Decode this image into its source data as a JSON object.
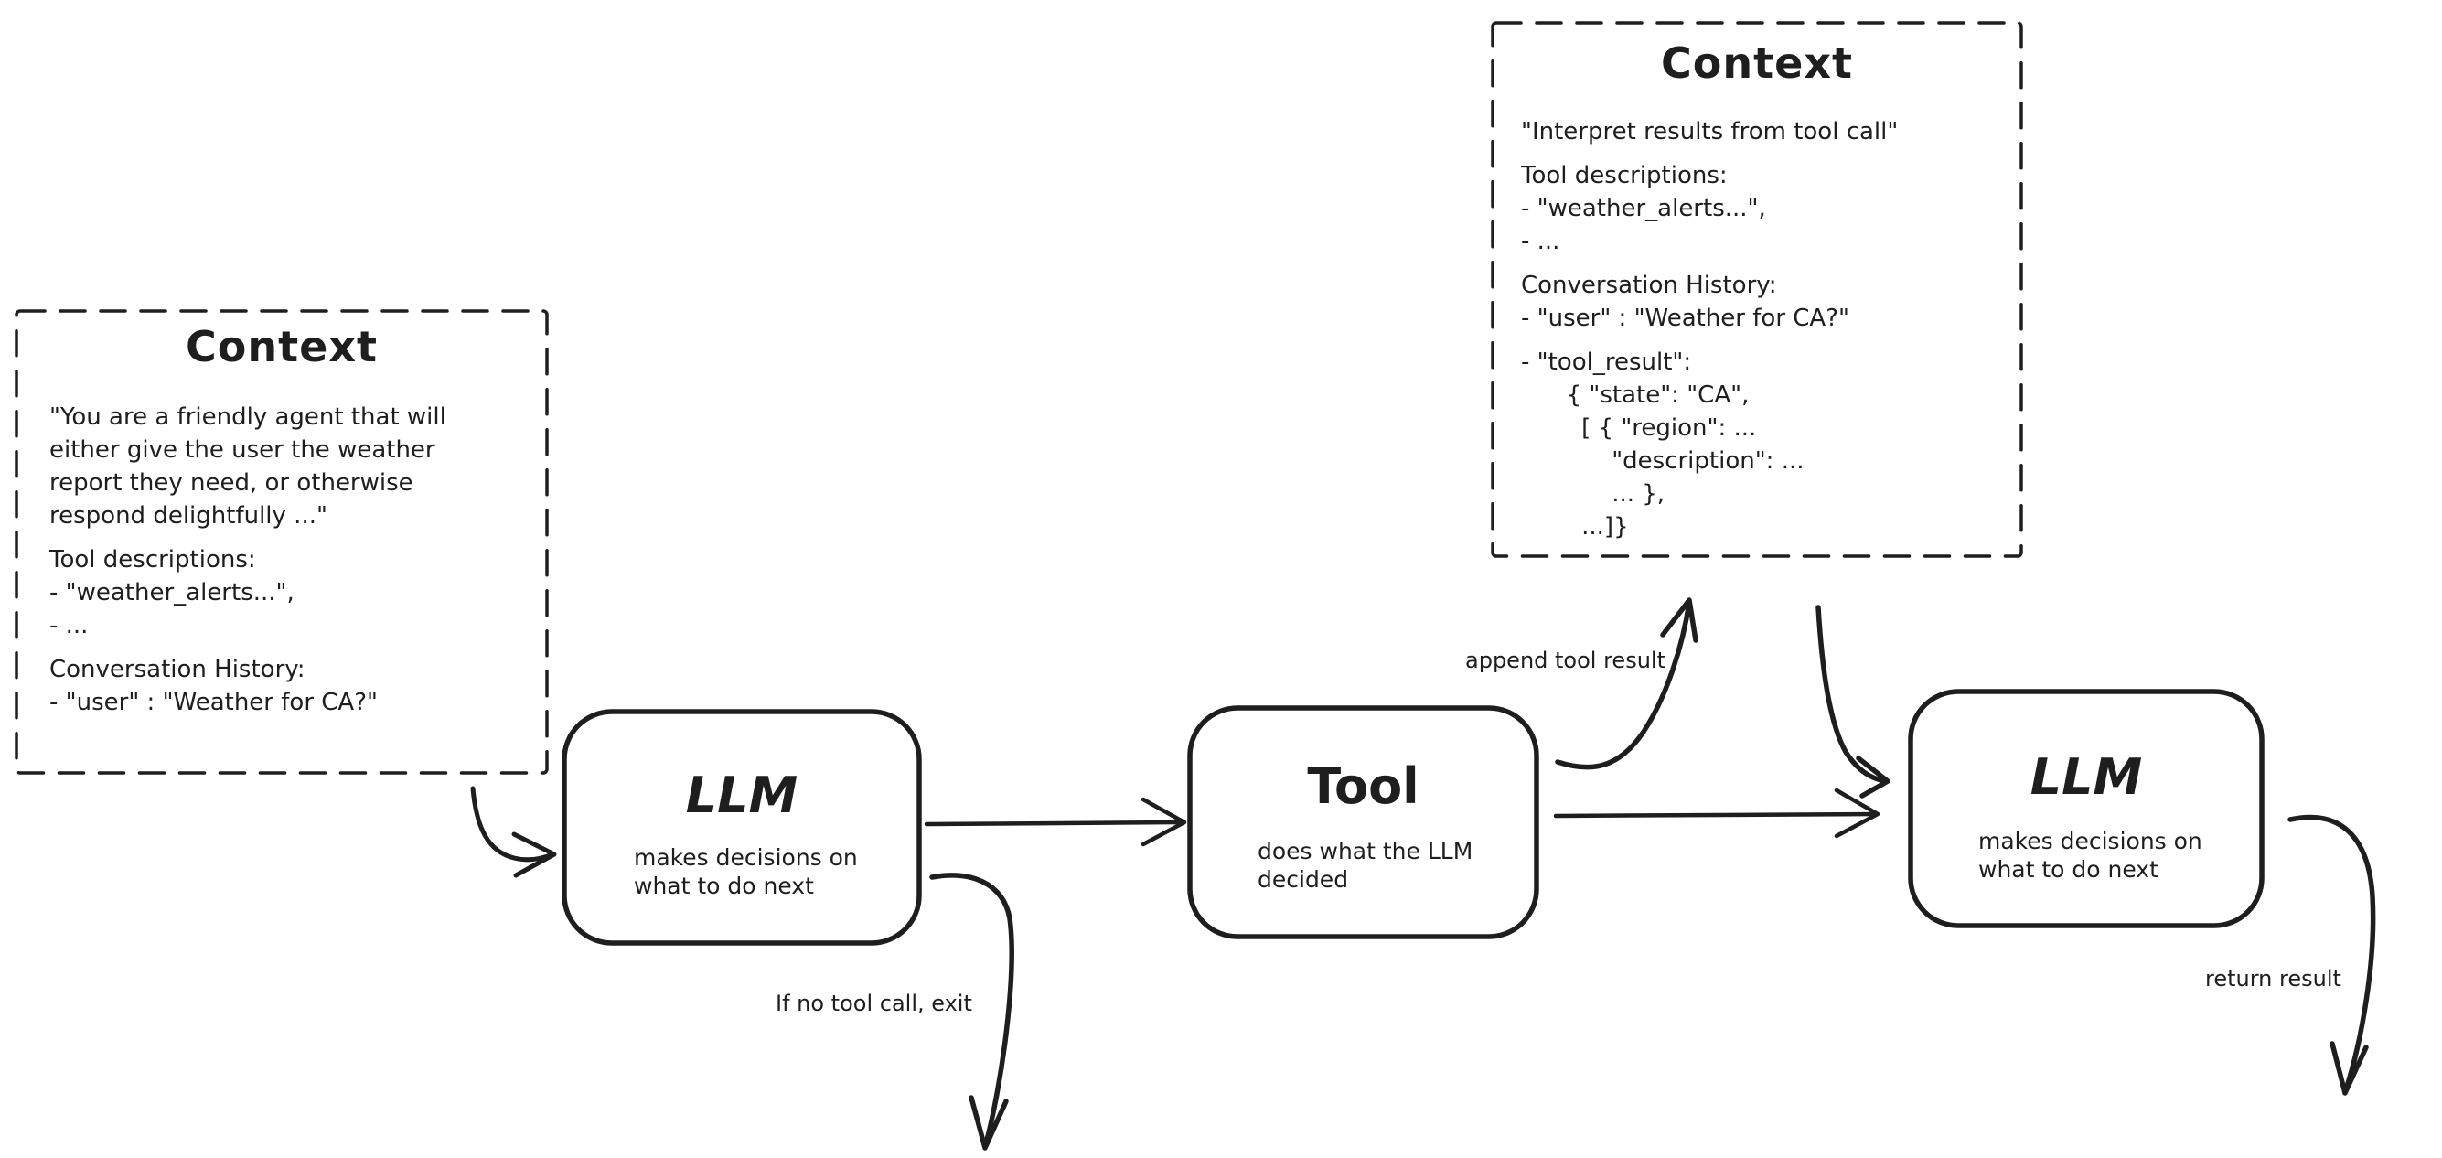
{
  "diagram": {
    "colors": {
      "stroke": "#1e1e1e",
      "background": "#ffffff"
    },
    "context_left": {
      "title": "Context",
      "paragraphs": [
        "\"You are a friendly agent that will\neither give the user the weather\nreport they need, or otherwise\nrespond delightfully ...\"",
        "Tool descriptions:\n- \"weather_alerts...\",\n- ...",
        "Conversation History:\n- \"user\" : \"Weather for CA?\""
      ]
    },
    "context_top": {
      "title": "Context",
      "paragraphs": [
        "\"Interpret results from tool call\"",
        "Tool descriptions:\n- \"weather_alerts...\",\n- ...",
        "Conversation History:\n- \"user\" : \"Weather for CA?\"",
        "- \"tool_result\":\n      { \"state\": \"CA\",\n        [ { \"region\": ...\n            \"description\": ...\n            ... },\n        ...]}"
      ]
    },
    "nodes": {
      "llm1": {
        "title": "LLM",
        "subtitle": "makes decisions on\nwhat to do next"
      },
      "tool": {
        "title": "Tool",
        "subtitle": "does what the LLM\ndecided"
      },
      "llm2": {
        "title": "LLM",
        "subtitle": "makes decisions on\nwhat to do next"
      }
    },
    "edge_labels": {
      "append_tool_result": "append tool result",
      "no_tool_call_exit": "If no tool call, exit",
      "return_result": "return result"
    }
  }
}
